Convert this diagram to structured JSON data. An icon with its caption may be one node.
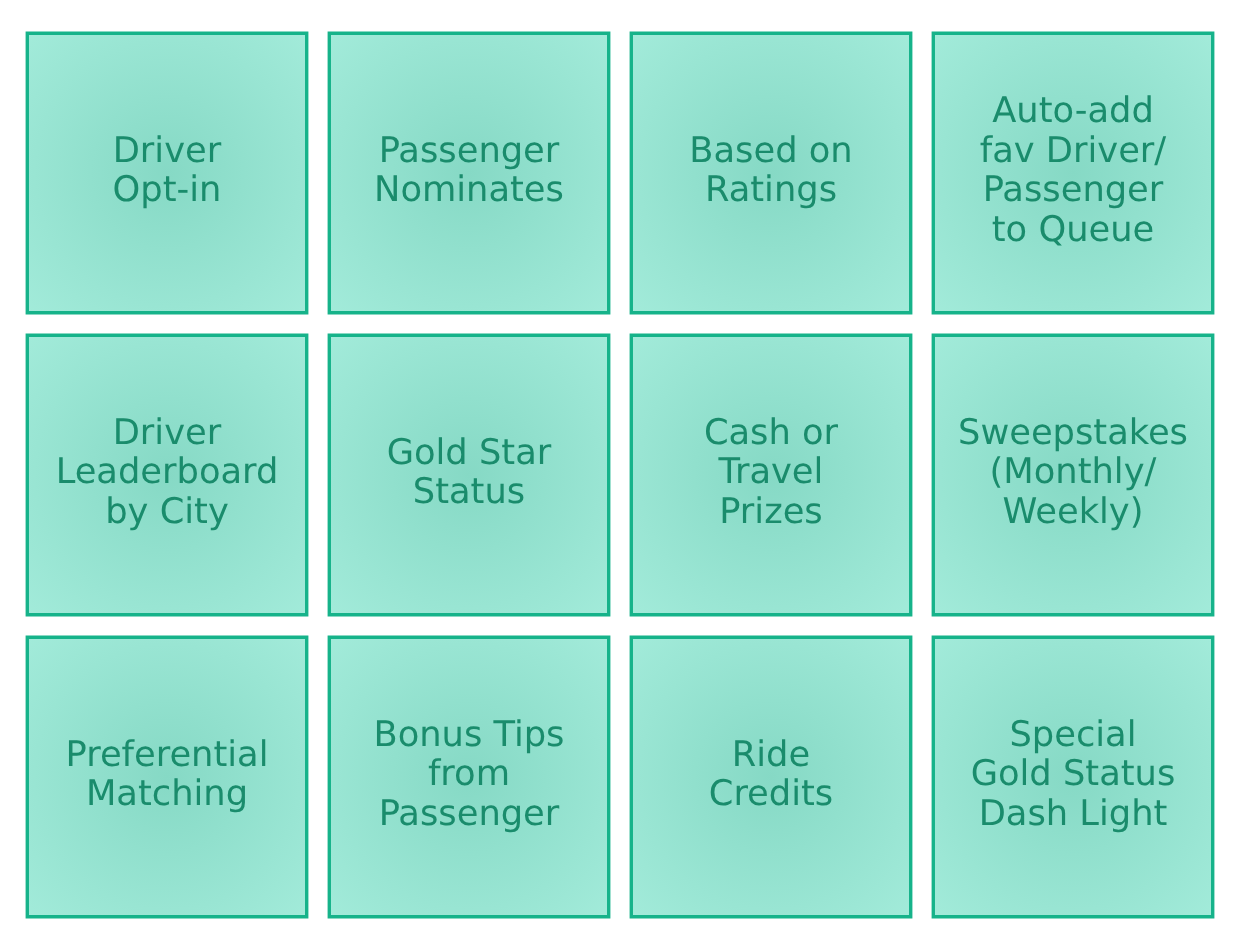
{
  "diagram": {
    "nodes": [
      {
        "text": [
          "Driver Opt-in"
        ]
      },
      {
        "text": [
          "Passenger Nominates"
        ]
      },
      {
        "text": [
          "Based on Ratings"
        ]
      },
      {
        "text": [
          "Auto-add fav Driver/ Passenger to Queue"
        ]
      },
      {
        "text": [
          "Driver Leaderboard by City"
        ]
      },
      {
        "text": [
          "Gold Star Status"
        ]
      },
      {
        "text": [
          "Cash or Travel Prizes"
        ]
      },
      {
        "text": [
          "Sweepstakes (Monthly/ Weekly)"
        ]
      },
      {
        "text": [
          "Preferential Matching"
        ]
      },
      {
        "text": [
          "Bonus Tips from Passenger"
        ]
      },
      {
        "text": [
          "Ride Credits"
        ]
      },
      {
        "text": [
          "Special Gold Status Dash Light"
        ]
      }
    ],
    "edges": []
  }
}
